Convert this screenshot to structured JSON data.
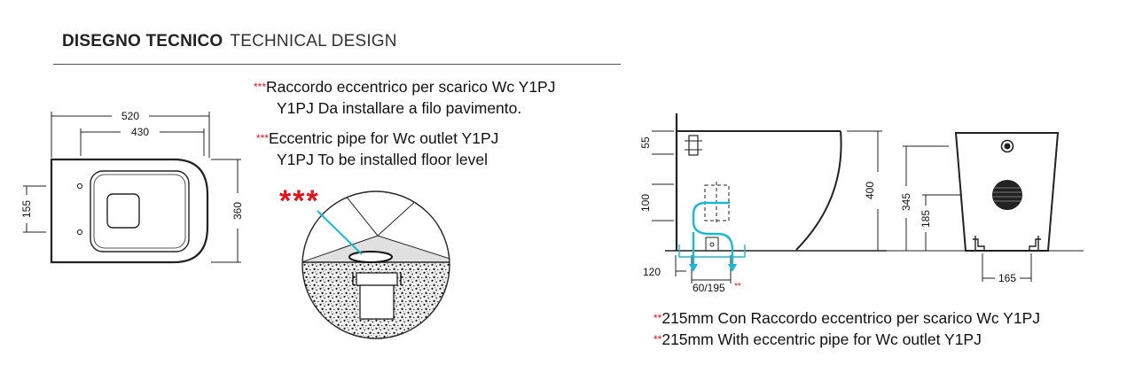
{
  "header": {
    "title_bold": "DISEGNO TECNICO",
    "title_light": "TECHNICAL DESIGN"
  },
  "notes": {
    "it_mark": "***",
    "it_line1": "Raccordo eccentrico per scarico Wc Y1PJ",
    "it_line2": "Y1PJ Da installare a filo pavimento.",
    "en_mark": "***",
    "en_line1": "Eccentric pipe for Wc outlet Y1PJ",
    "en_line2": "Y1PJ To be installed floor level",
    "detail_mark": "***"
  },
  "plan_view": {
    "width_outer": "520",
    "width_inner": "430",
    "depth": "360",
    "fixing_distance": "155"
  },
  "side_view": {
    "height": "400",
    "top_offset": "55",
    "pipe_height": "100",
    "floor_offset": "120",
    "outlet_distance": "60/195",
    "outlet_mark": "**"
  },
  "back_view": {
    "height": "345",
    "outlet_height": "185",
    "width": "165"
  },
  "bottom_notes": {
    "mark1": "**",
    "line1": "215mm Con Raccordo eccentrico per scarico Wc Y1PJ",
    "mark2": "**",
    "line2": "215mm With eccentric pipe for Wc outlet Y1PJ"
  },
  "colors": {
    "accent_red": "#e0141e",
    "pipe_cyan": "#1bb8d4",
    "line": "#222222"
  }
}
